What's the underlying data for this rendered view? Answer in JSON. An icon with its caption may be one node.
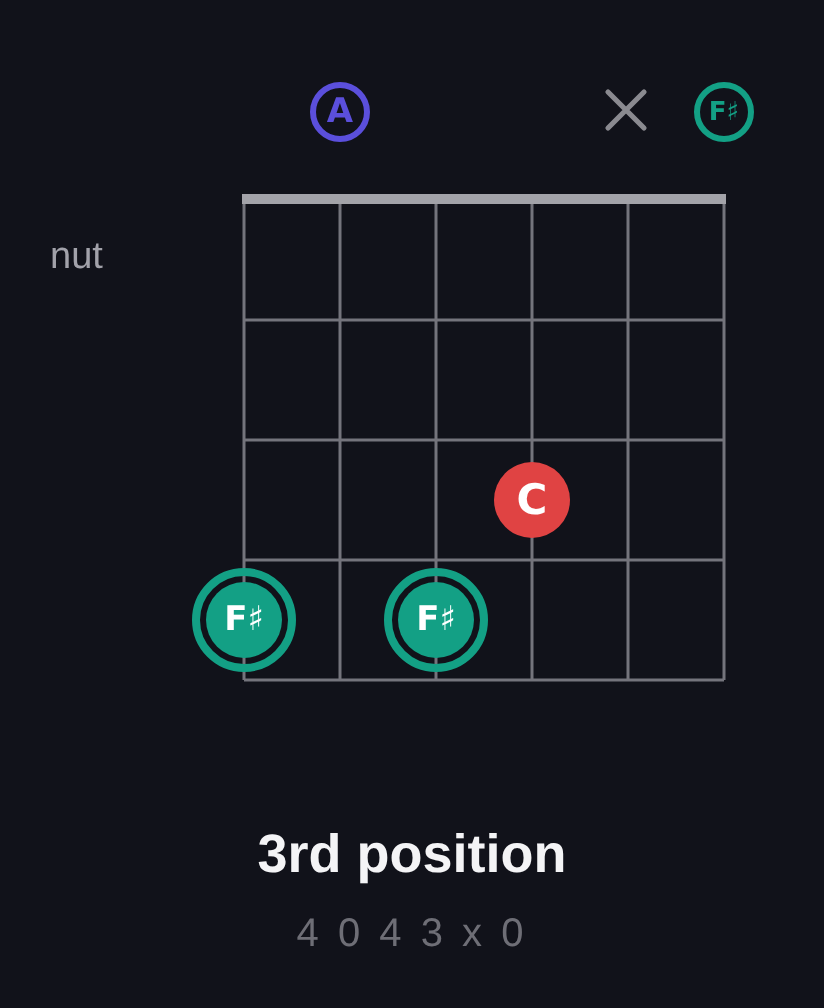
{
  "diagram": {
    "title": "3rd position",
    "nodes": [
      {
        "text": [
          "A"
        ]
      },
      {
        "text": [
          "F♯"
        ]
      },
      {
        "text": [
          "C"
        ]
      },
      {
        "text": [
          "F♯"
        ]
      },
      {
        "text": [
          "F♯"
        ]
      }
    ],
    "labels": [
      "nut",
      "4 0 4 3 x 0"
    ]
  }
}
